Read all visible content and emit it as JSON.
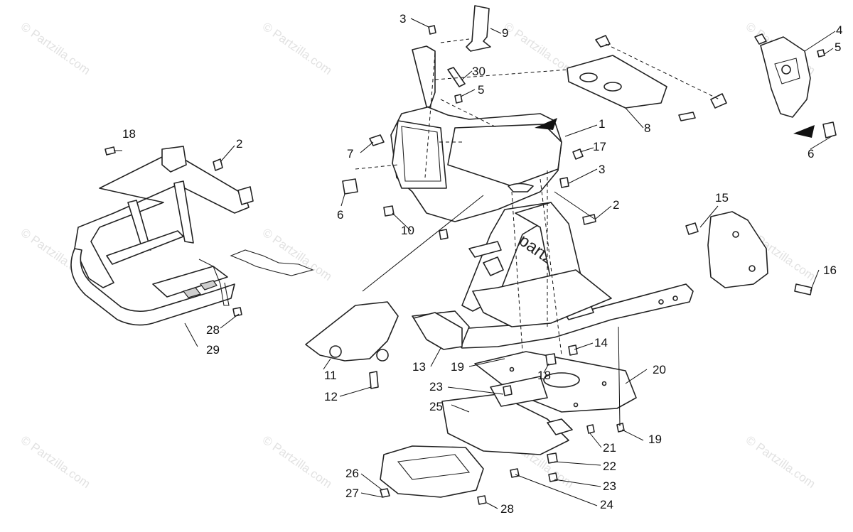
{
  "watermark": {
    "repeat_text": "© Partzilla.com",
    "center_text": "© partzilla.com"
  },
  "callouts": [
    {
      "id": "c3a",
      "label": "3"
    },
    {
      "id": "c9",
      "label": "9"
    },
    {
      "id": "c30",
      "label": "30"
    },
    {
      "id": "c5a",
      "label": "5"
    },
    {
      "id": "c4",
      "label": "4"
    },
    {
      "id": "c5b",
      "label": "5"
    },
    {
      "id": "c8",
      "label": "8"
    },
    {
      "id": "c1",
      "label": "1"
    },
    {
      "id": "c6a",
      "label": "6"
    },
    {
      "id": "c18a",
      "label": "18"
    },
    {
      "id": "c2a",
      "label": "2"
    },
    {
      "id": "c7",
      "label": "7"
    },
    {
      "id": "c17",
      "label": "17"
    },
    {
      "id": "c3b",
      "label": "3"
    },
    {
      "id": "c6b",
      "label": "6"
    },
    {
      "id": "c2b",
      "label": "2"
    },
    {
      "id": "c15",
      "label": "15"
    },
    {
      "id": "c10",
      "label": "10"
    },
    {
      "id": "c16",
      "label": "16"
    },
    {
      "id": "c28a",
      "label": "28"
    },
    {
      "id": "c29",
      "label": "29"
    },
    {
      "id": "c14",
      "label": "14"
    },
    {
      "id": "c11",
      "label": "11"
    },
    {
      "id": "c13",
      "label": "13"
    },
    {
      "id": "c19a",
      "label": "19"
    },
    {
      "id": "c18b",
      "label": "18"
    },
    {
      "id": "c20",
      "label": "20"
    },
    {
      "id": "c12",
      "label": "12"
    },
    {
      "id": "c23a",
      "label": "23"
    },
    {
      "id": "c25",
      "label": "25"
    },
    {
      "id": "c21",
      "label": "21"
    },
    {
      "id": "c19b",
      "label": "19"
    },
    {
      "id": "c22",
      "label": "22"
    },
    {
      "id": "c26",
      "label": "26"
    },
    {
      "id": "c23b",
      "label": "23"
    },
    {
      "id": "c27",
      "label": "27"
    },
    {
      "id": "c28b",
      "label": "28"
    },
    {
      "id": "c24",
      "label": "24"
    }
  ]
}
